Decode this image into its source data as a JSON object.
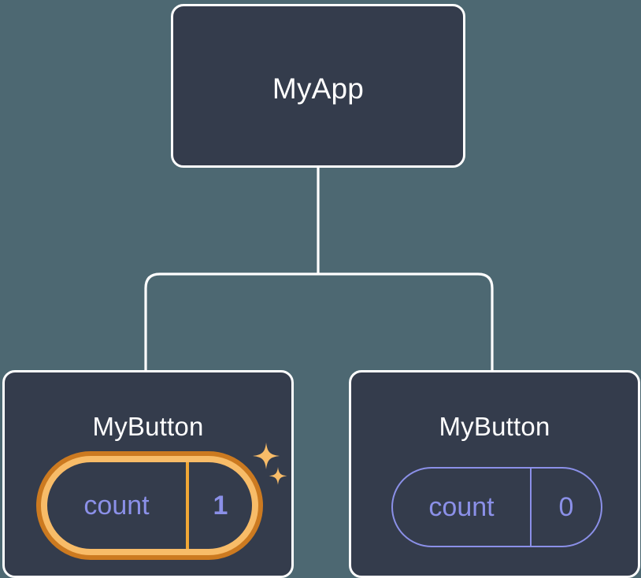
{
  "diagram": {
    "type": "component-tree",
    "background_color": "#4d6872",
    "node_fill": "#343c4c",
    "node_border": "#ffffff",
    "edge_color": "#ffffff",
    "accent_periwinkle": "#8b90e8",
    "accent_orange_inner": "#f8bc68",
    "accent_orange_glow": "#cc7a20",
    "sparkle_color": "#f8bc68"
  },
  "root": {
    "title": "MyApp"
  },
  "children": [
    {
      "title": "MyButton",
      "state": {
        "name": "count",
        "value": "1"
      },
      "highlighted": true,
      "sparkle_count": 2
    },
    {
      "title": "MyButton",
      "state": {
        "name": "count",
        "value": "0"
      },
      "highlighted": false,
      "sparkle_count": 0
    }
  ]
}
